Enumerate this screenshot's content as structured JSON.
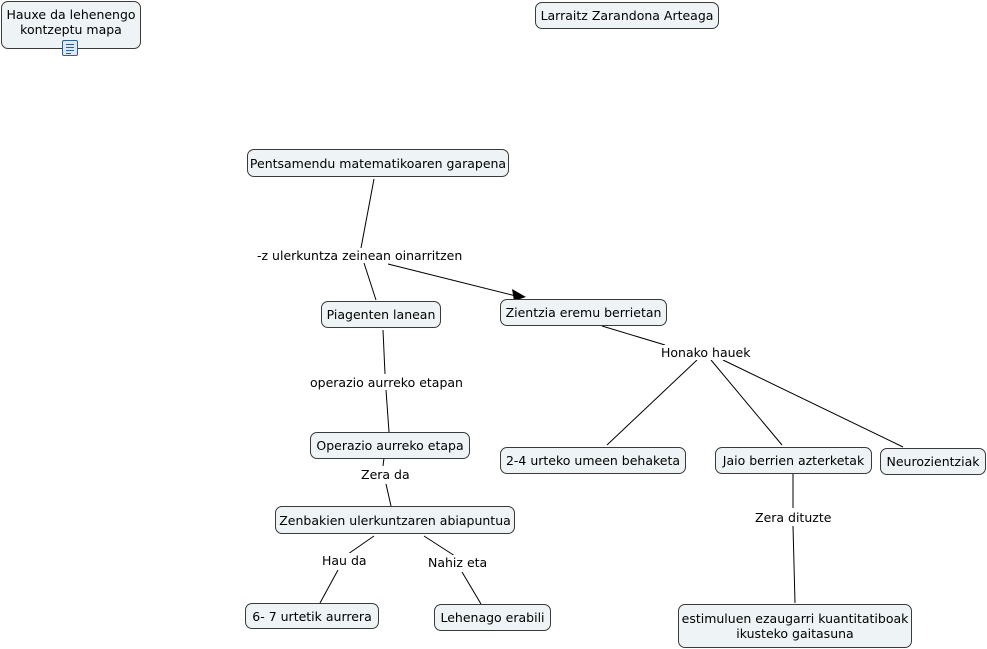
{
  "header": {
    "map_title": "Hauxe da lehenengo kontzeptu mapa",
    "map_title_line1": "Hauxe da lehenengo",
    "map_title_line2": "kontzeptu mapa",
    "author": "Larraitz Zarandona Arteaga",
    "resource_icon": "document-icon"
  },
  "concepts": {
    "root": "Pentsamendu matematikoaren garapena",
    "piaget": "Piagenten lanean",
    "zientzia": "Zientzia eremu berrietan",
    "operazio_etapa": "Operazio aurreko etapa",
    "zenbaki": "Zenbakien ulerkuntzaren abiapuntua",
    "adina": "6- 7 urtetik aurrera",
    "lehenago": "Lehenago erabili",
    "umeak": "2-4 urteko umeen behaketa",
    "jaio": "Jaio berrien azterketak",
    "neuro": "Neurozientziak",
    "estimulu": "estimuluen ezaugarri kuantitatiboak ikusteko gaitasuna",
    "estimulu_line1": "estimuluen ezaugarri kuantitatiboak",
    "estimulu_line2": "ikusteko gaitasuna"
  },
  "links": {
    "ulerkuntza": "-z ulerkuntza zeinean oinarritzen",
    "operazio": "operazio aurreko etapan",
    "zera_da": "Zera da",
    "hau_da": "Hau da",
    "nahiz_eta": "Nahiz eta",
    "honako": "Honako hauek",
    "zera_dituzte": "Zera dituzte"
  },
  "colors": {
    "node_fill": "#eef3f5",
    "node_border": "#3a3a3a",
    "line": "#000000"
  }
}
